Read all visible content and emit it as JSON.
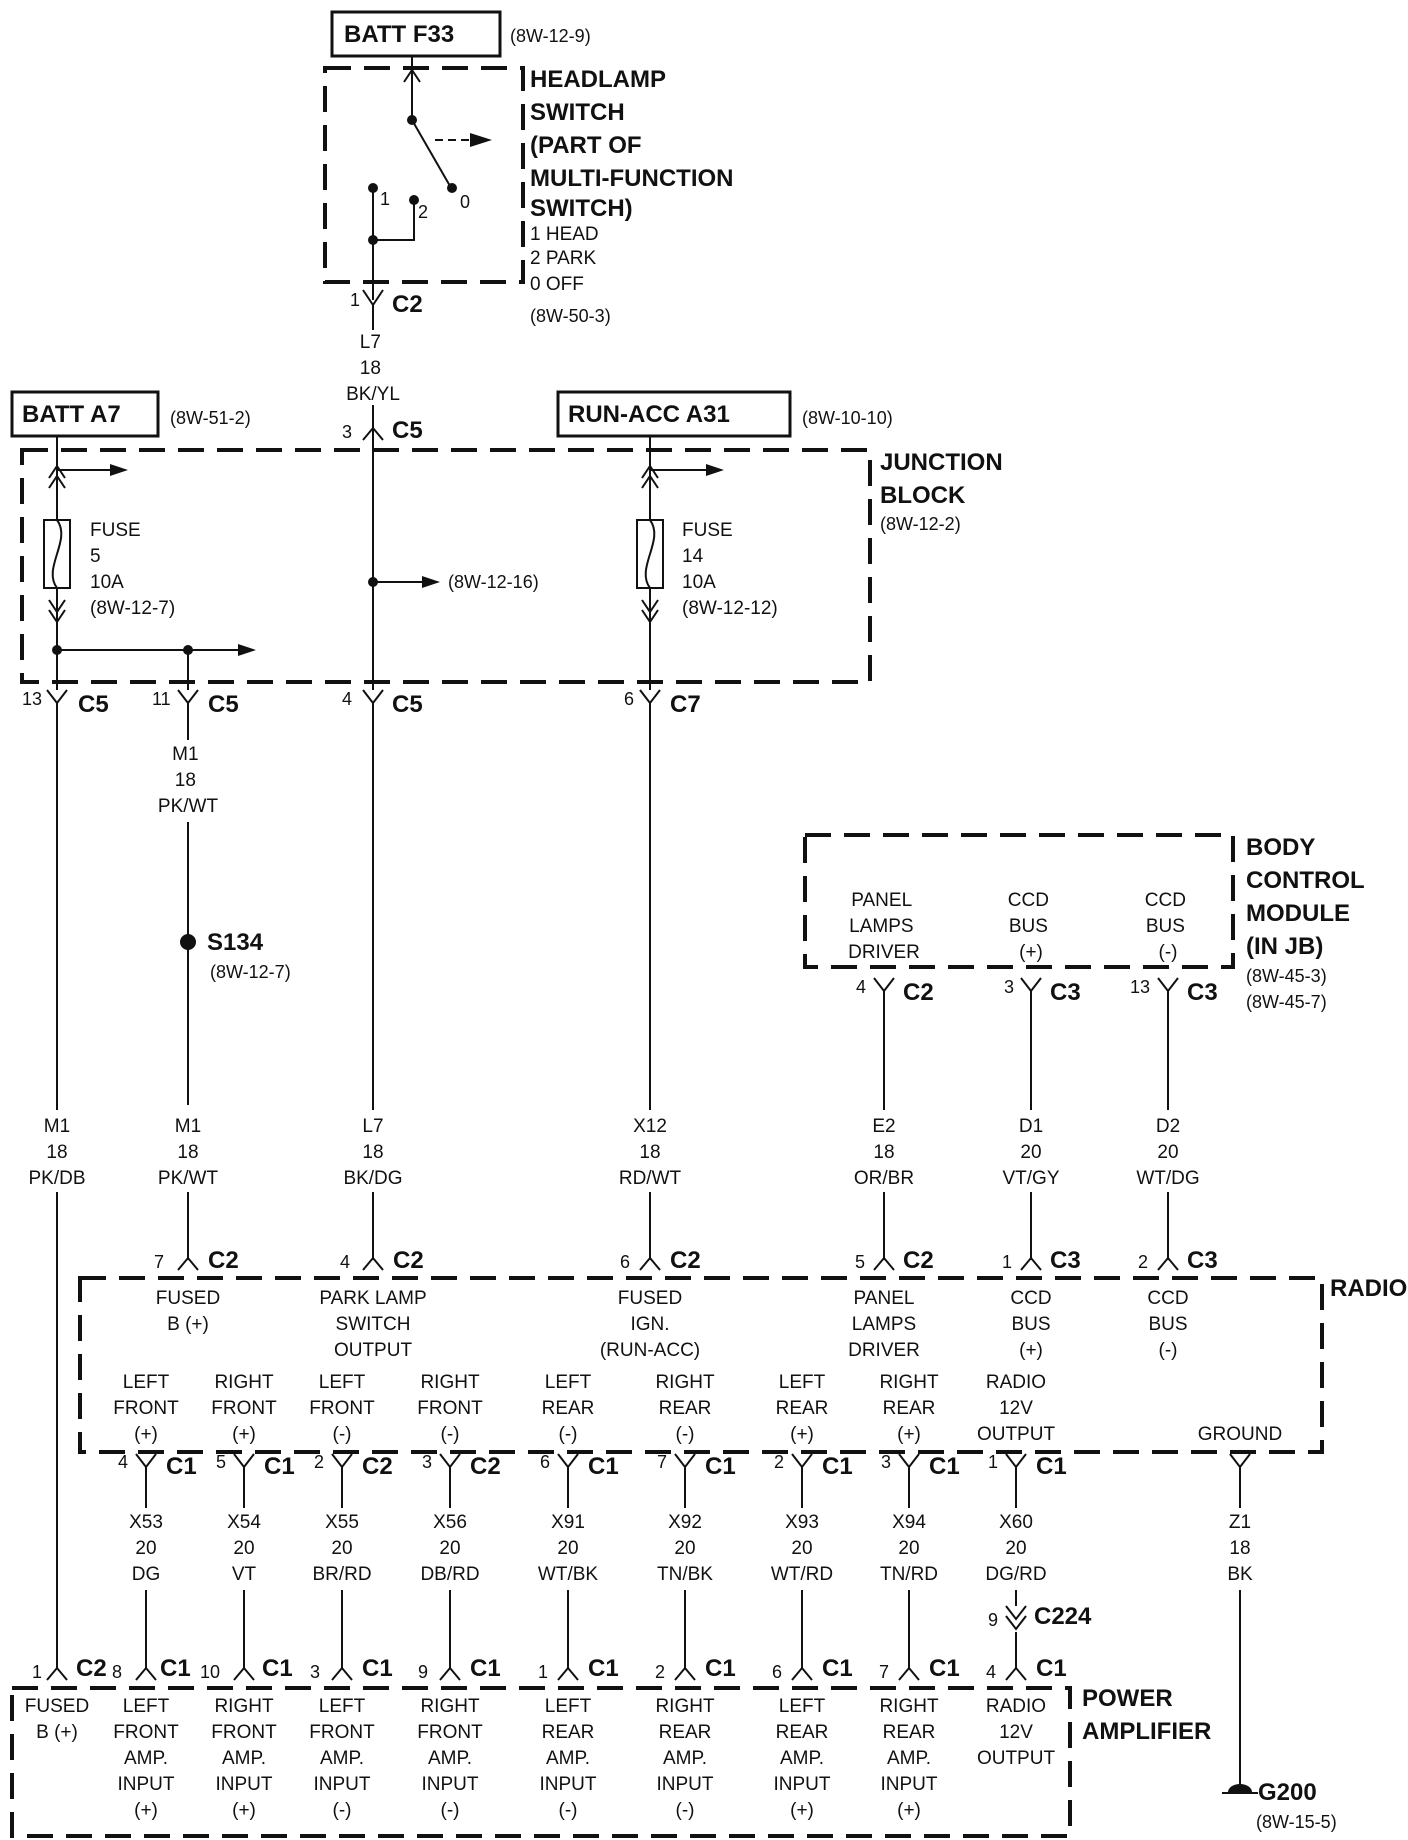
{
  "sources": {
    "batt_f33": {
      "label": "BATT F33",
      "ref": "(8W-12-9)"
    },
    "batt_a7": {
      "label": "BATT A7",
      "ref": "(8W-51-2)"
    },
    "run_acc_a31": {
      "label": "RUN-ACC A31",
      "ref": "(8W-10-10)"
    }
  },
  "headlamp_switch": {
    "title_lines": [
      "HEADLAMP",
      "SWITCH",
      "(PART OF",
      "MULTI-FUNCTION",
      "SWITCH)"
    ],
    "legend": [
      "1 HEAD",
      "2 PARK",
      "0 OFF"
    ],
    "ref": "(8W-50-3)",
    "positions": [
      "1",
      "2",
      "0"
    ],
    "connector": {
      "pin": "1",
      "name": "C2"
    }
  },
  "wire_l7_top": {
    "circuit": "L7",
    "gauge": "18",
    "color": "BK/YL"
  },
  "junction_block": {
    "title_lines": [
      "JUNCTION",
      "BLOCK"
    ],
    "ref": "(8W-12-2)",
    "in_connector": {
      "pin": "3",
      "name": "C5"
    },
    "fuse5": {
      "label": "FUSE",
      "number": "5",
      "rating": "10A",
      "ref": "(8W-12-7)"
    },
    "fuse14": {
      "label": "FUSE",
      "number": "14",
      "rating": "10A",
      "ref": "(8W-12-12)"
    },
    "splice_ref": "(8W-12-16)",
    "out_connectors": [
      {
        "pin": "13",
        "name": "C5"
      },
      {
        "pin": "11",
        "name": "C5"
      },
      {
        "pin": "4",
        "name": "C5"
      },
      {
        "pin": "6",
        "name": "C7"
      }
    ]
  },
  "wire_m1_short": {
    "circuit": "M1",
    "gauge": "18",
    "color": "PK/WT"
  },
  "splice_s134": {
    "label": "S134",
    "ref": "(8W-12-7)"
  },
  "bcm": {
    "title_lines": [
      "BODY",
      "CONTROL",
      "MODULE",
      "(IN JB)"
    ],
    "refs": [
      "(8W-45-3)",
      "(8W-45-7)"
    ],
    "pins": [
      {
        "lines": [
          "PANEL",
          "LAMPS",
          "DRIVER"
        ],
        "pin": "4",
        "name": "C2"
      },
      {
        "lines": [
          "CCD",
          "BUS",
          "(+)"
        ],
        "pin": "3",
        "name": "C3"
      },
      {
        "lines": [
          "CCD",
          "BUS",
          "(-)"
        ],
        "pin": "13",
        "name": "C3"
      }
    ]
  },
  "mid_wires": [
    {
      "circuit": "M1",
      "gauge": "18",
      "color": "PK/DB"
    },
    {
      "circuit": "M1",
      "gauge": "18",
      "color": "PK/WT"
    },
    {
      "circuit": "L7",
      "gauge": "18",
      "color": "BK/DG"
    },
    {
      "circuit": "X12",
      "gauge": "18",
      "color": "RD/WT"
    },
    {
      "circuit": "E2",
      "gauge": "18",
      "color": "OR/BR"
    },
    {
      "circuit": "D1",
      "gauge": "20",
      "color": "VT/GY"
    },
    {
      "circuit": "D2",
      "gauge": "20",
      "color": "WT/DG"
    }
  ],
  "radio": {
    "title": "RADIO",
    "top_pins": [
      {
        "pin": "7",
        "name": "C2",
        "lines": [
          "FUSED",
          "B (+)"
        ]
      },
      {
        "pin": "4",
        "name": "C2",
        "lines": [
          "PARK LAMP",
          "SWITCH",
          "OUTPUT"
        ]
      },
      {
        "pin": "6",
        "name": "C2",
        "lines": [
          "FUSED",
          "IGN.",
          "(RUN-ACC)"
        ]
      },
      {
        "pin": "5",
        "name": "C2",
        "lines": [
          "PANEL",
          "LAMPS",
          "DRIVER"
        ]
      },
      {
        "pin": "1",
        "name": "C3",
        "lines": [
          "CCD",
          "BUS",
          "(+)"
        ]
      },
      {
        "pin": "2",
        "name": "C3",
        "lines": [
          "CCD",
          "BUS",
          "(-)"
        ]
      }
    ],
    "bottom_pins": [
      {
        "lines": [
          "LEFT",
          "FRONT",
          "(+)"
        ],
        "pin": "4",
        "name": "C1"
      },
      {
        "lines": [
          "RIGHT",
          "FRONT",
          "(+)"
        ],
        "pin": "5",
        "name": "C1"
      },
      {
        "lines": [
          "LEFT",
          "FRONT",
          "(-)"
        ],
        "pin": "2",
        "name": "C2"
      },
      {
        "lines": [
          "RIGHT",
          "FRONT",
          "(-)"
        ],
        "pin": "3",
        "name": "C2"
      },
      {
        "lines": [
          "LEFT",
          "REAR",
          "(-)"
        ],
        "pin": "6",
        "name": "C1"
      },
      {
        "lines": [
          "RIGHT",
          "REAR",
          "(-)"
        ],
        "pin": "7",
        "name": "C1"
      },
      {
        "lines": [
          "LEFT",
          "REAR",
          "(+)"
        ],
        "pin": "2",
        "name": "C1"
      },
      {
        "lines": [
          "RIGHT",
          "REAR",
          "(+)"
        ],
        "pin": "3",
        "name": "C1"
      },
      {
        "lines": [
          "RADIO",
          "12V",
          "OUTPUT"
        ],
        "pin": "1",
        "name": "C1"
      },
      {
        "lines": [
          "GROUND"
        ],
        "pin": "",
        "name": ""
      }
    ]
  },
  "low_wires": [
    {
      "circuit": "X53",
      "gauge": "20",
      "color": "DG"
    },
    {
      "circuit": "X54",
      "gauge": "20",
      "color": "VT"
    },
    {
      "circuit": "X55",
      "gauge": "20",
      "color": "BR/RD"
    },
    {
      "circuit": "X56",
      "gauge": "20",
      "color": "DB/RD"
    },
    {
      "circuit": "X91",
      "gauge": "20",
      "color": "WT/BK"
    },
    {
      "circuit": "X92",
      "gauge": "20",
      "color": "TN/BK"
    },
    {
      "circuit": "X93",
      "gauge": "20",
      "color": "WT/RD"
    },
    {
      "circuit": "X94",
      "gauge": "20",
      "color": "TN/RD"
    },
    {
      "circuit": "X60",
      "gauge": "20",
      "color": "DG/RD"
    },
    {
      "circuit": "Z1",
      "gauge": "18",
      "color": "BK"
    }
  ],
  "inline_c224": {
    "pin": "9",
    "name": "C224"
  },
  "amplifier": {
    "title_lines": [
      "POWER",
      "AMPLIFIER"
    ],
    "pins": [
      {
        "pin": "1",
        "name": "C2",
        "lines": [
          "FUSED",
          "B (+)"
        ]
      },
      {
        "pin": "8",
        "name": "C1",
        "lines": [
          "LEFT",
          "FRONT",
          "AMP.",
          "INPUT",
          "(+)"
        ]
      },
      {
        "pin": "10",
        "name": "C1",
        "lines": [
          "RIGHT",
          "FRONT",
          "AMP.",
          "INPUT",
          "(+)"
        ]
      },
      {
        "pin": "3",
        "name": "C1",
        "lines": [
          "LEFT",
          "FRONT",
          "AMP.",
          "INPUT",
          "(-)"
        ]
      },
      {
        "pin": "9",
        "name": "C1",
        "lines": [
          "RIGHT",
          "FRONT",
          "AMP.",
          "INPUT",
          "(-)"
        ]
      },
      {
        "pin": "1",
        "name": "C1",
        "lines": [
          "LEFT",
          "REAR",
          "AMP.",
          "INPUT",
          "(-)"
        ]
      },
      {
        "pin": "2",
        "name": "C1",
        "lines": [
          "RIGHT",
          "REAR",
          "AMP.",
          "INPUT",
          "(-)"
        ]
      },
      {
        "pin": "6",
        "name": "C1",
        "lines": [
          "LEFT",
          "REAR",
          "AMP.",
          "INPUT",
          "(+)"
        ]
      },
      {
        "pin": "7",
        "name": "C1",
        "lines": [
          "RIGHT",
          "REAR",
          "AMP.",
          "INPUT",
          "(+)"
        ]
      },
      {
        "pin": "4",
        "name": "C1",
        "lines": [
          "RADIO",
          "12V",
          "OUTPUT"
        ]
      }
    ]
  },
  "ground_g200": {
    "label": "G200",
    "ref": "(8W-15-5)"
  }
}
